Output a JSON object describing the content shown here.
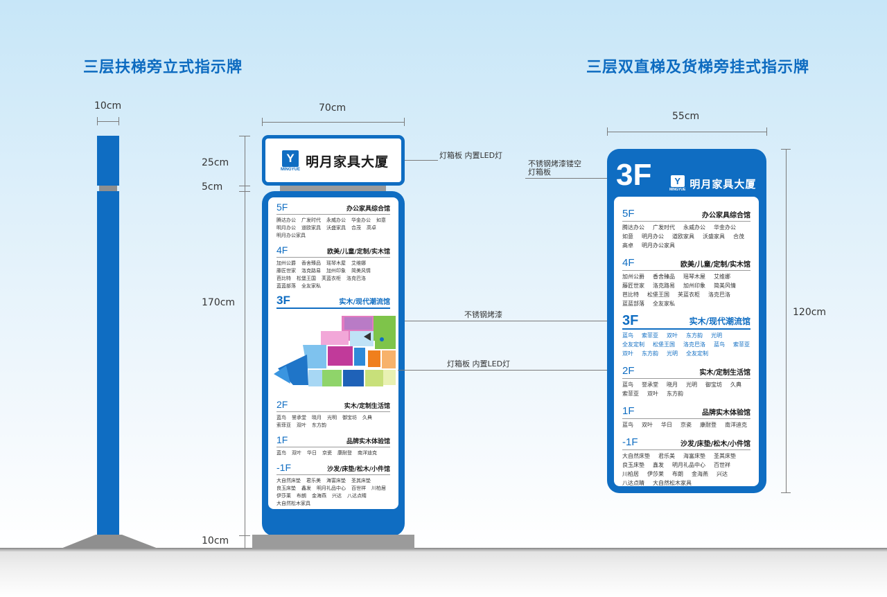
{
  "headings": {
    "left": "三层扶梯旁立式指示牌",
    "right": "三层双直梯及货梯旁挂式指示牌"
  },
  "dimensions": {
    "pole_width": "10cm",
    "sign_width": "70cm",
    "header_height": "25cm",
    "gap_height": "5cm",
    "body_height": "170cm",
    "base_height": "10cm",
    "hanging_width": "55cm",
    "hanging_height": "120cm"
  },
  "callouts": {
    "lightbox_top": "灯箱板 内置LED灯",
    "stainless_paint": "不锈钢烤漆",
    "lightbox_mid": "灯箱板 内置LED灯",
    "hollow_line1": "不锈钢烤漆镂空",
    "hollow_line2": "灯箱板"
  },
  "brand": {
    "logo_mark": "Y",
    "logo_text": "MINGYUE",
    "name": "明月家具大厦"
  },
  "current_floor": "3F",
  "floors": [
    {
      "num": "5F",
      "name": "办公家具综合馆",
      "shops": [
        "腾达办公",
        "广发时代",
        "永威办公",
        "华金办公",
        "如意",
        "明月办公",
        "道欧家具",
        "沃盛家具",
        "合茂",
        "高卓",
        "明月办公家具"
      ]
    },
    {
      "num": "4F",
      "name": "欧美/儿童/定制/实木馆",
      "shops": [
        "加州公爵",
        "香舍臻品",
        "瑶琴木屋",
        "艾维娜",
        "藤匠世家",
        "洛克路易",
        "加州印象",
        "简美风情",
        "芭比特",
        "松堡王国",
        "芙蓝衣柜",
        "洛克巴洛",
        "蓝蓝部落",
        "全友家私"
      ]
    },
    {
      "num": "3F",
      "name": "实木/现代潮流馆",
      "shops": [
        "蓝鸟",
        "索菲亚",
        "双叶",
        "东方韵",
        "光明",
        "全友定制",
        "松堡王国",
        "洛克巴洛",
        "蓝鸟",
        "索菲亚",
        "双叶",
        "东方韵",
        "光明",
        "全友定制"
      ]
    },
    {
      "num": "2F",
      "name": "实木/定制生活馆",
      "shops": [
        "蓝鸟",
        "誉承堂",
        "晓月",
        "光明",
        "御宝坊",
        "久典",
        "索菲亚",
        "双叶",
        "东方韵"
      ]
    },
    {
      "num": "1F",
      "name": "品牌实木体验馆",
      "shops": [
        "蓝鸟",
        "双叶",
        "华日",
        "京瓷",
        "康耐登",
        "南洋迪克"
      ]
    },
    {
      "num": "-1F",
      "name": "沙发/床垫/松木/小件馆",
      "shops": [
        "大自然床垫",
        "君乐美",
        "海富床垫",
        "圣其床垫",
        "良玉床垫",
        "鑫发",
        "明月礼品中心",
        "百世祥",
        "川柏居",
        "伊莎莱",
        "布朗",
        "金海燕",
        "兴达",
        "八达点睛",
        "大自然松木家具"
      ]
    }
  ],
  "colors": {
    "brand_blue": "#0f6dc2",
    "map_pink": "#e37cc0",
    "map_magenta": "#c13a9a",
    "map_green": "#7ec44a",
    "map_orange": "#f07f1c",
    "map_blue": "#2e8ad8"
  }
}
